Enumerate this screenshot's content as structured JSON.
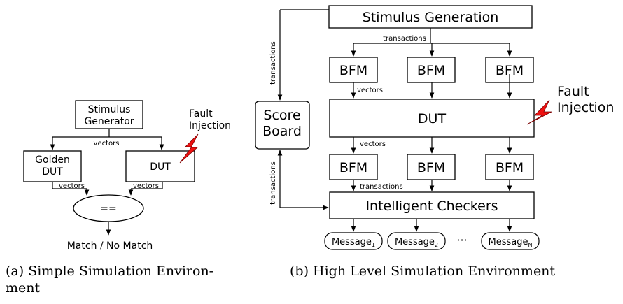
{
  "diagram_a": {
    "stimulus_generator": "Stimulus\nGenerator",
    "vectors_top": "vectors",
    "golden_dut": "Golden\nDUT",
    "dut": "DUT",
    "fault_injection": "Fault\nInjection",
    "vectors_left": "vectors",
    "vectors_right": "vectors",
    "compare": "==",
    "result": "Match / No Match",
    "caption_line1": "(a) Simple Simulation Environ-",
    "caption_line2": "ment"
  },
  "diagram_b": {
    "stimulus_generation": "Stimulus Generation",
    "transactions_top": "transactions",
    "transactions_left": "transactions",
    "transactions_lower_left": "transactions",
    "bfm_top": [
      "BFM",
      "BFM",
      "BFM"
    ],
    "vectors_upper": "vectors",
    "score_board": "Score\nBoard",
    "dut": "DUT",
    "fault_injection": "Fault\nInjection",
    "vectors_lower": "vectors",
    "bfm_bottom": [
      "BFM",
      "BFM",
      "BFM"
    ],
    "transactions_mid": "transactions",
    "intelligent_checkers": "Intelligent Checkers",
    "messages": [
      {
        "base": "Message",
        "sub": "1"
      },
      {
        "base": "Message",
        "sub": "2"
      },
      {
        "base": "Message",
        "sub": "N"
      }
    ],
    "ellipsis": "···",
    "caption": "(b) High Level Simulation Environment"
  },
  "colors": {
    "fault_bolt_fill": "#ee1111",
    "fault_bolt_stroke": "#7a0000",
    "stroke": "#000000"
  }
}
